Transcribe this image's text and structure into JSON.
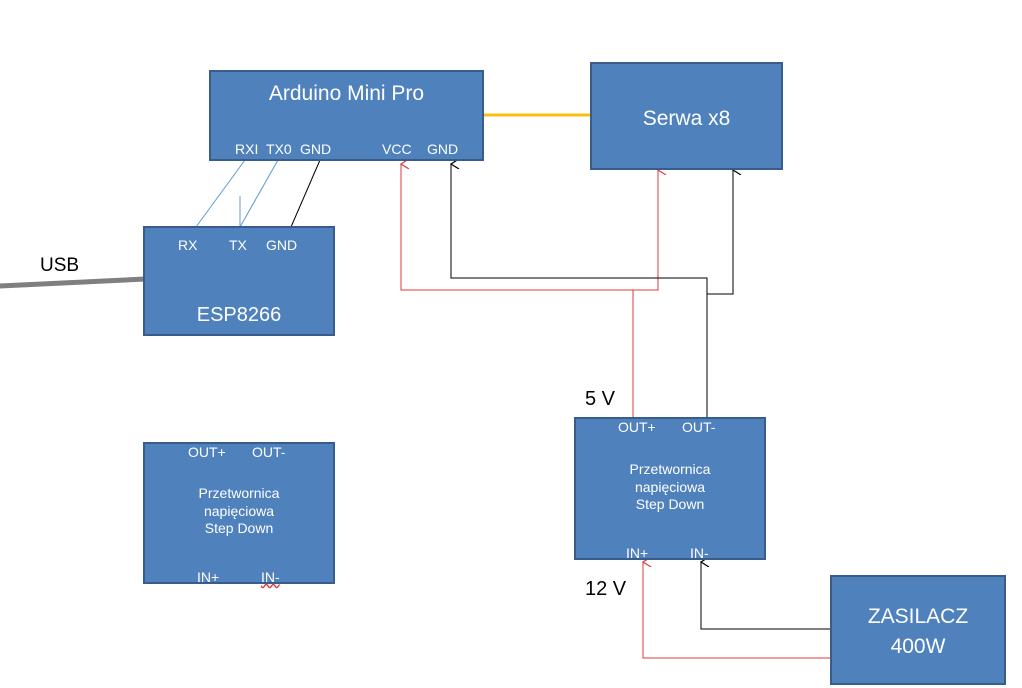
{
  "arduino": {
    "title": "Arduino Mini Pro",
    "pins": {
      "rxi": "RXI",
      "tx0": "TX0",
      "gnd": "GND",
      "vcc": "VCC",
      "gnd2": "GND"
    }
  },
  "serwa": {
    "title": "Serwa x8"
  },
  "esp": {
    "title": "ESP8266",
    "pins": {
      "rx": "RX",
      "tx": "TX",
      "gnd": "GND"
    }
  },
  "conv_left": {
    "out_plus": "OUT+",
    "out_minus": "OUT-",
    "title": "Przetwornica\nnapięciowa\nStep Down",
    "in_plus": "IN+",
    "in_minus": "IN-"
  },
  "conv_right": {
    "out_plus": "OUT+",
    "out_minus": "OUT-",
    "title": "Przetwornica\nnapięciowa\nStep Down",
    "in_plus": "IN+",
    "in_minus": "IN-"
  },
  "zasilacz": {
    "title": "ZASILACZ\n400W"
  },
  "labels": {
    "usb": "USB",
    "v5": "5 V",
    "v12": "12 V"
  },
  "colors": {
    "box_fill": "#4f81bd",
    "box_border": "#385d8a",
    "wire_power": "#e03a3a",
    "wire_ground": "#000000",
    "wire_serial": "#5b9bd5",
    "wire_servo": "#f4c20d",
    "wire_usb": "#7f7f7f"
  }
}
